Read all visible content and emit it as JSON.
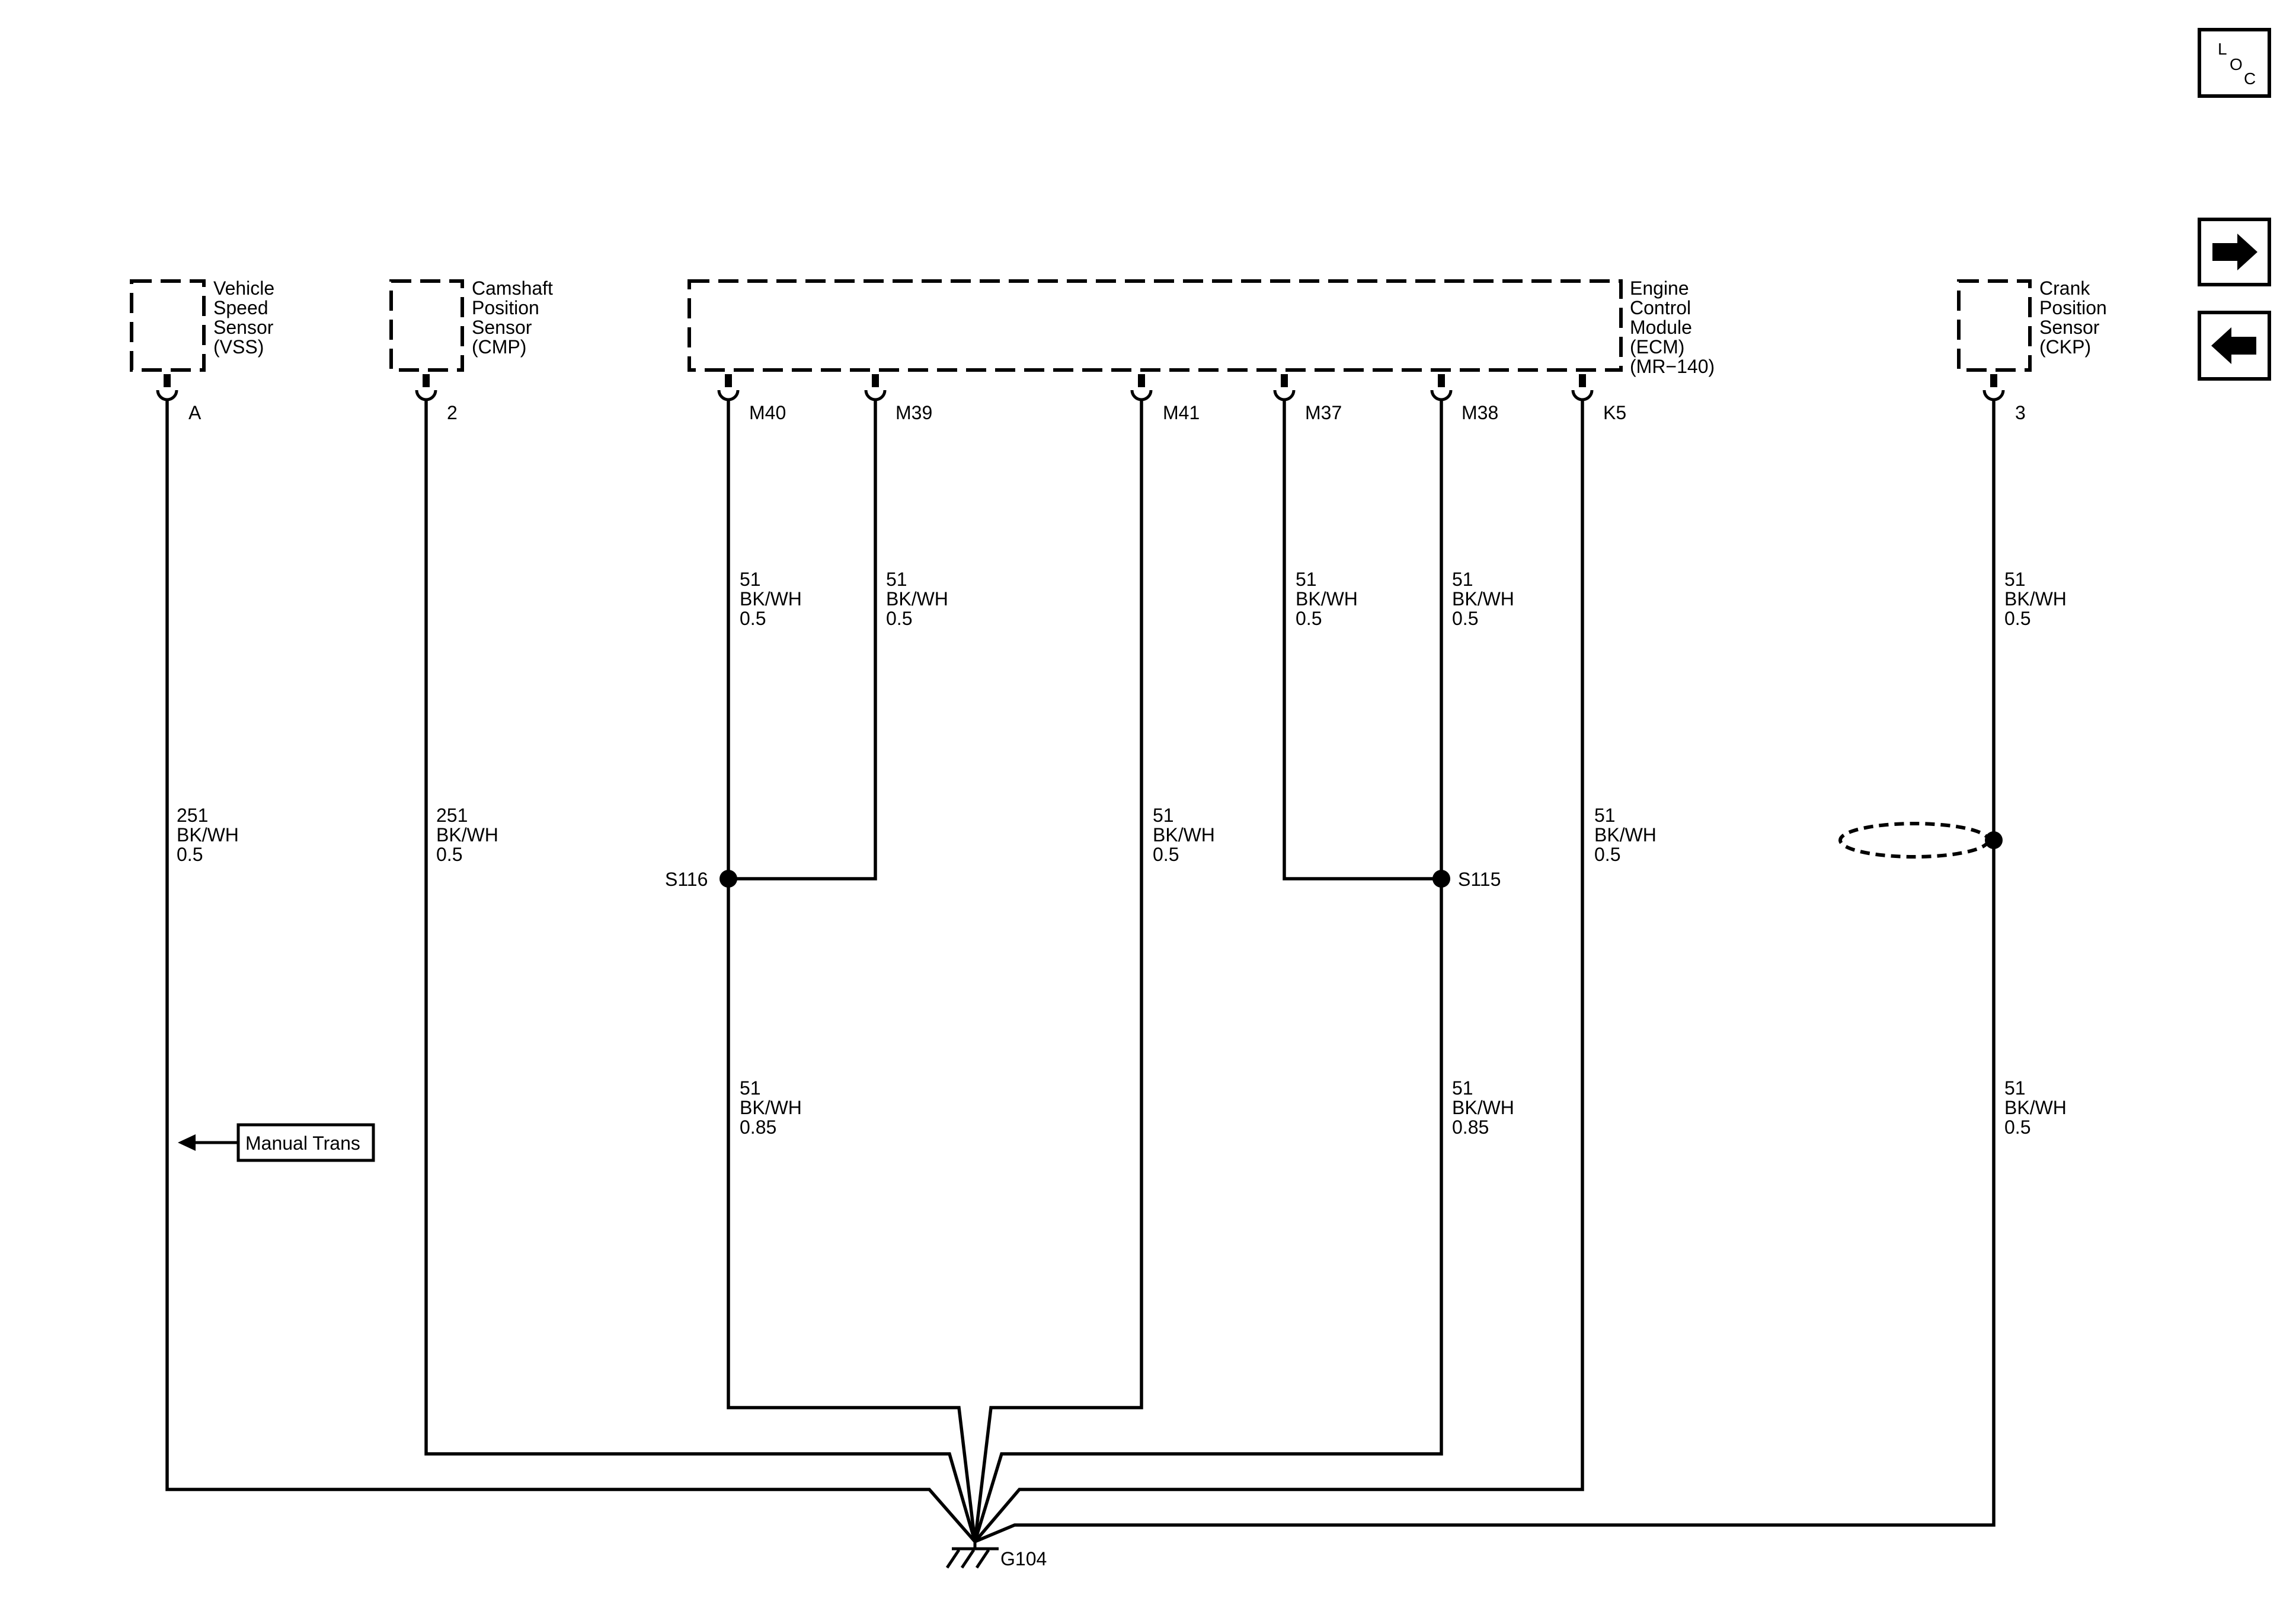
{
  "components": {
    "vss": {
      "line1": "Vehicle",
      "line2": "Speed",
      "line3": "Sensor",
      "line4": "(VSS)"
    },
    "cmp": {
      "line1": "Camshaft",
      "line2": "Position",
      "line3": "Sensor",
      "line4": "(CMP)"
    },
    "ecm": {
      "line1": "Engine",
      "line2": "Control",
      "line3": "Module",
      "line4": "(ECM)",
      "line5": "(MR−140)"
    },
    "ckp": {
      "line1": "Crank",
      "line2": "Position",
      "line3": "Sensor",
      "line4": "(CKP)"
    }
  },
  "pins": {
    "vss_a": "A",
    "cmp_2": "2",
    "m40": "M40",
    "m39": "M39",
    "m41": "M41",
    "m37": "M37",
    "m38": "M38",
    "k5": "K5",
    "ckp_3": "3"
  },
  "wires": {
    "vss": {
      "circuit": "251",
      "color": "BK/WH",
      "gauge": "0.5"
    },
    "cmp": {
      "circuit": "251",
      "color": "BK/WH",
      "gauge": "0.5"
    },
    "m40": {
      "circuit": "51",
      "color": "BK/WH",
      "gauge": "0.5"
    },
    "m39": {
      "circuit": "51",
      "color": "BK/WH",
      "gauge": "0.5"
    },
    "s116_out": {
      "circuit": "51",
      "color": "BK/WH",
      "gauge": "0.85"
    },
    "m41": {
      "circuit": "51",
      "color": "BK/WH",
      "gauge": "0.5"
    },
    "m37": {
      "circuit": "51",
      "color": "BK/WH",
      "gauge": "0.5"
    },
    "m38": {
      "circuit": "51",
      "color": "BK/WH",
      "gauge": "0.5"
    },
    "s115_out": {
      "circuit": "51",
      "color": "BK/WH",
      "gauge": "0.85"
    },
    "k5": {
      "circuit": "51",
      "color": "BK/WH",
      "gauge": "0.5"
    },
    "ckp_upper": {
      "circuit": "51",
      "color": "BK/WH",
      "gauge": "0.5"
    },
    "ckp_lower": {
      "circuit": "51",
      "color": "BK/WH",
      "gauge": "0.5"
    }
  },
  "splices": {
    "s116": "S116",
    "s115": "S115"
  },
  "ground": {
    "label": "G104"
  },
  "note": {
    "manual_trans": "Manual Trans"
  },
  "nav": {
    "loc_l": "L",
    "loc_o": "O",
    "loc_c": "C"
  },
  "icons": [
    "arrow-right-icon",
    "arrow-left-icon",
    "ground-icon",
    "arrow-left-small-icon"
  ]
}
